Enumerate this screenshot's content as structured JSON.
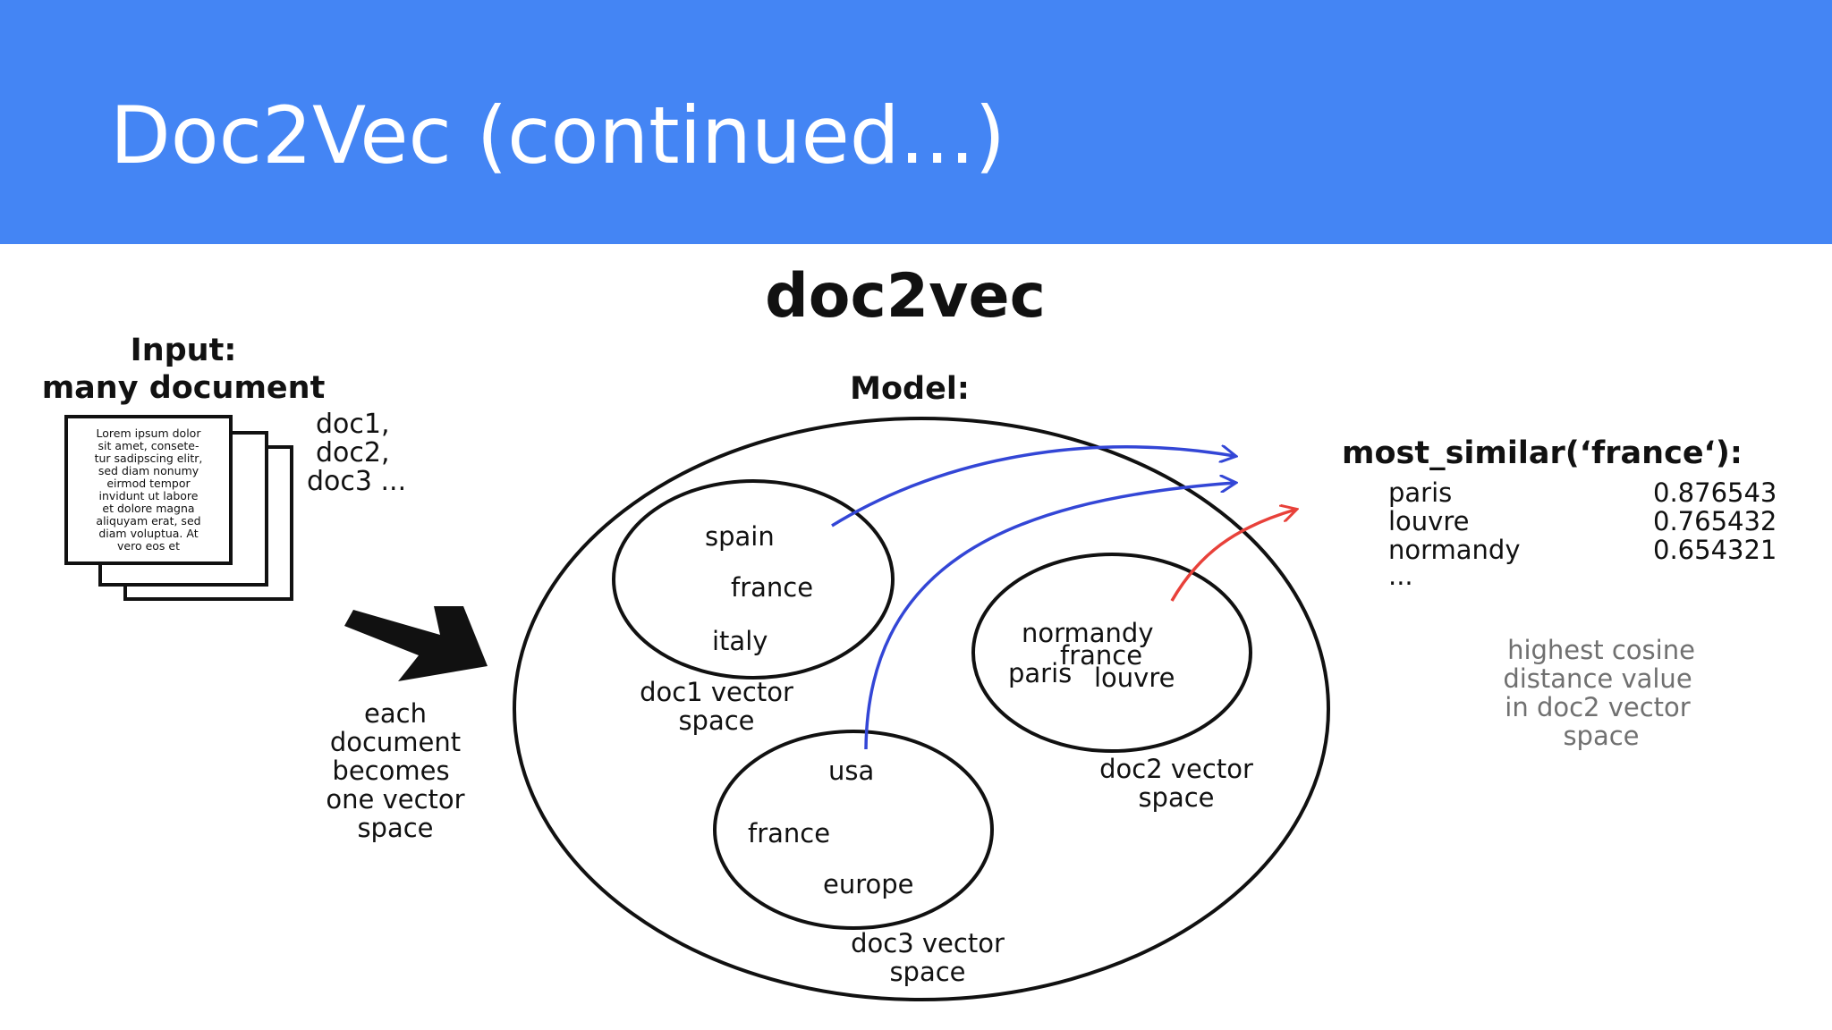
{
  "slide": {
    "title": "Doc2Vec (continued...)"
  },
  "diagram": {
    "heading": "doc2vec",
    "input": {
      "title_line1": "Input:",
      "title_line2": "many document",
      "doc_text": [
        "Lorem ipsum dolor",
        "sit amet, consete-",
        "tur sadipscing elitr,",
        "sed diam nonumy",
        "eirmod tempor",
        "invidunt ut labore",
        "et dolore magna",
        "aliquyam erat, sed",
        "diam voluptua. At",
        "vero eos et"
      ],
      "doc_list": [
        "doc1,",
        "doc2,",
        "doc3 ..."
      ]
    },
    "arrow_caption": [
      "each",
      "document",
      "becomes",
      "one vector",
      "space"
    ],
    "model": {
      "label": "Model:",
      "doc1": {
        "words": [
          "spain",
          "france",
          "italy"
        ],
        "caption": [
          "doc1 vector",
          "space"
        ]
      },
      "doc2": {
        "words": [
          "normandy",
          "france",
          "paris",
          "louvre"
        ],
        "caption": [
          "doc2 vector",
          "space"
        ]
      },
      "doc3": {
        "words": [
          "usa",
          "france",
          "europe"
        ],
        "caption": [
          "doc3 vector",
          "space"
        ]
      }
    },
    "query": {
      "label": "most_similar(‘france‘):",
      "results": [
        {
          "word": "paris",
          "score": "0.876543"
        },
        {
          "word": "louvre",
          "score": "0.765432"
        },
        {
          "word": "normandy",
          "score": "0.654321"
        }
      ],
      "ellipsis": "...",
      "note": [
        "highest cosine",
        "distance value",
        "in doc2 vector",
        "space"
      ]
    },
    "colors": {
      "header": "#4485f4",
      "blue_arrow": "#3346d6",
      "red_arrow": "#e8413a",
      "note_text": "#707070"
    }
  }
}
